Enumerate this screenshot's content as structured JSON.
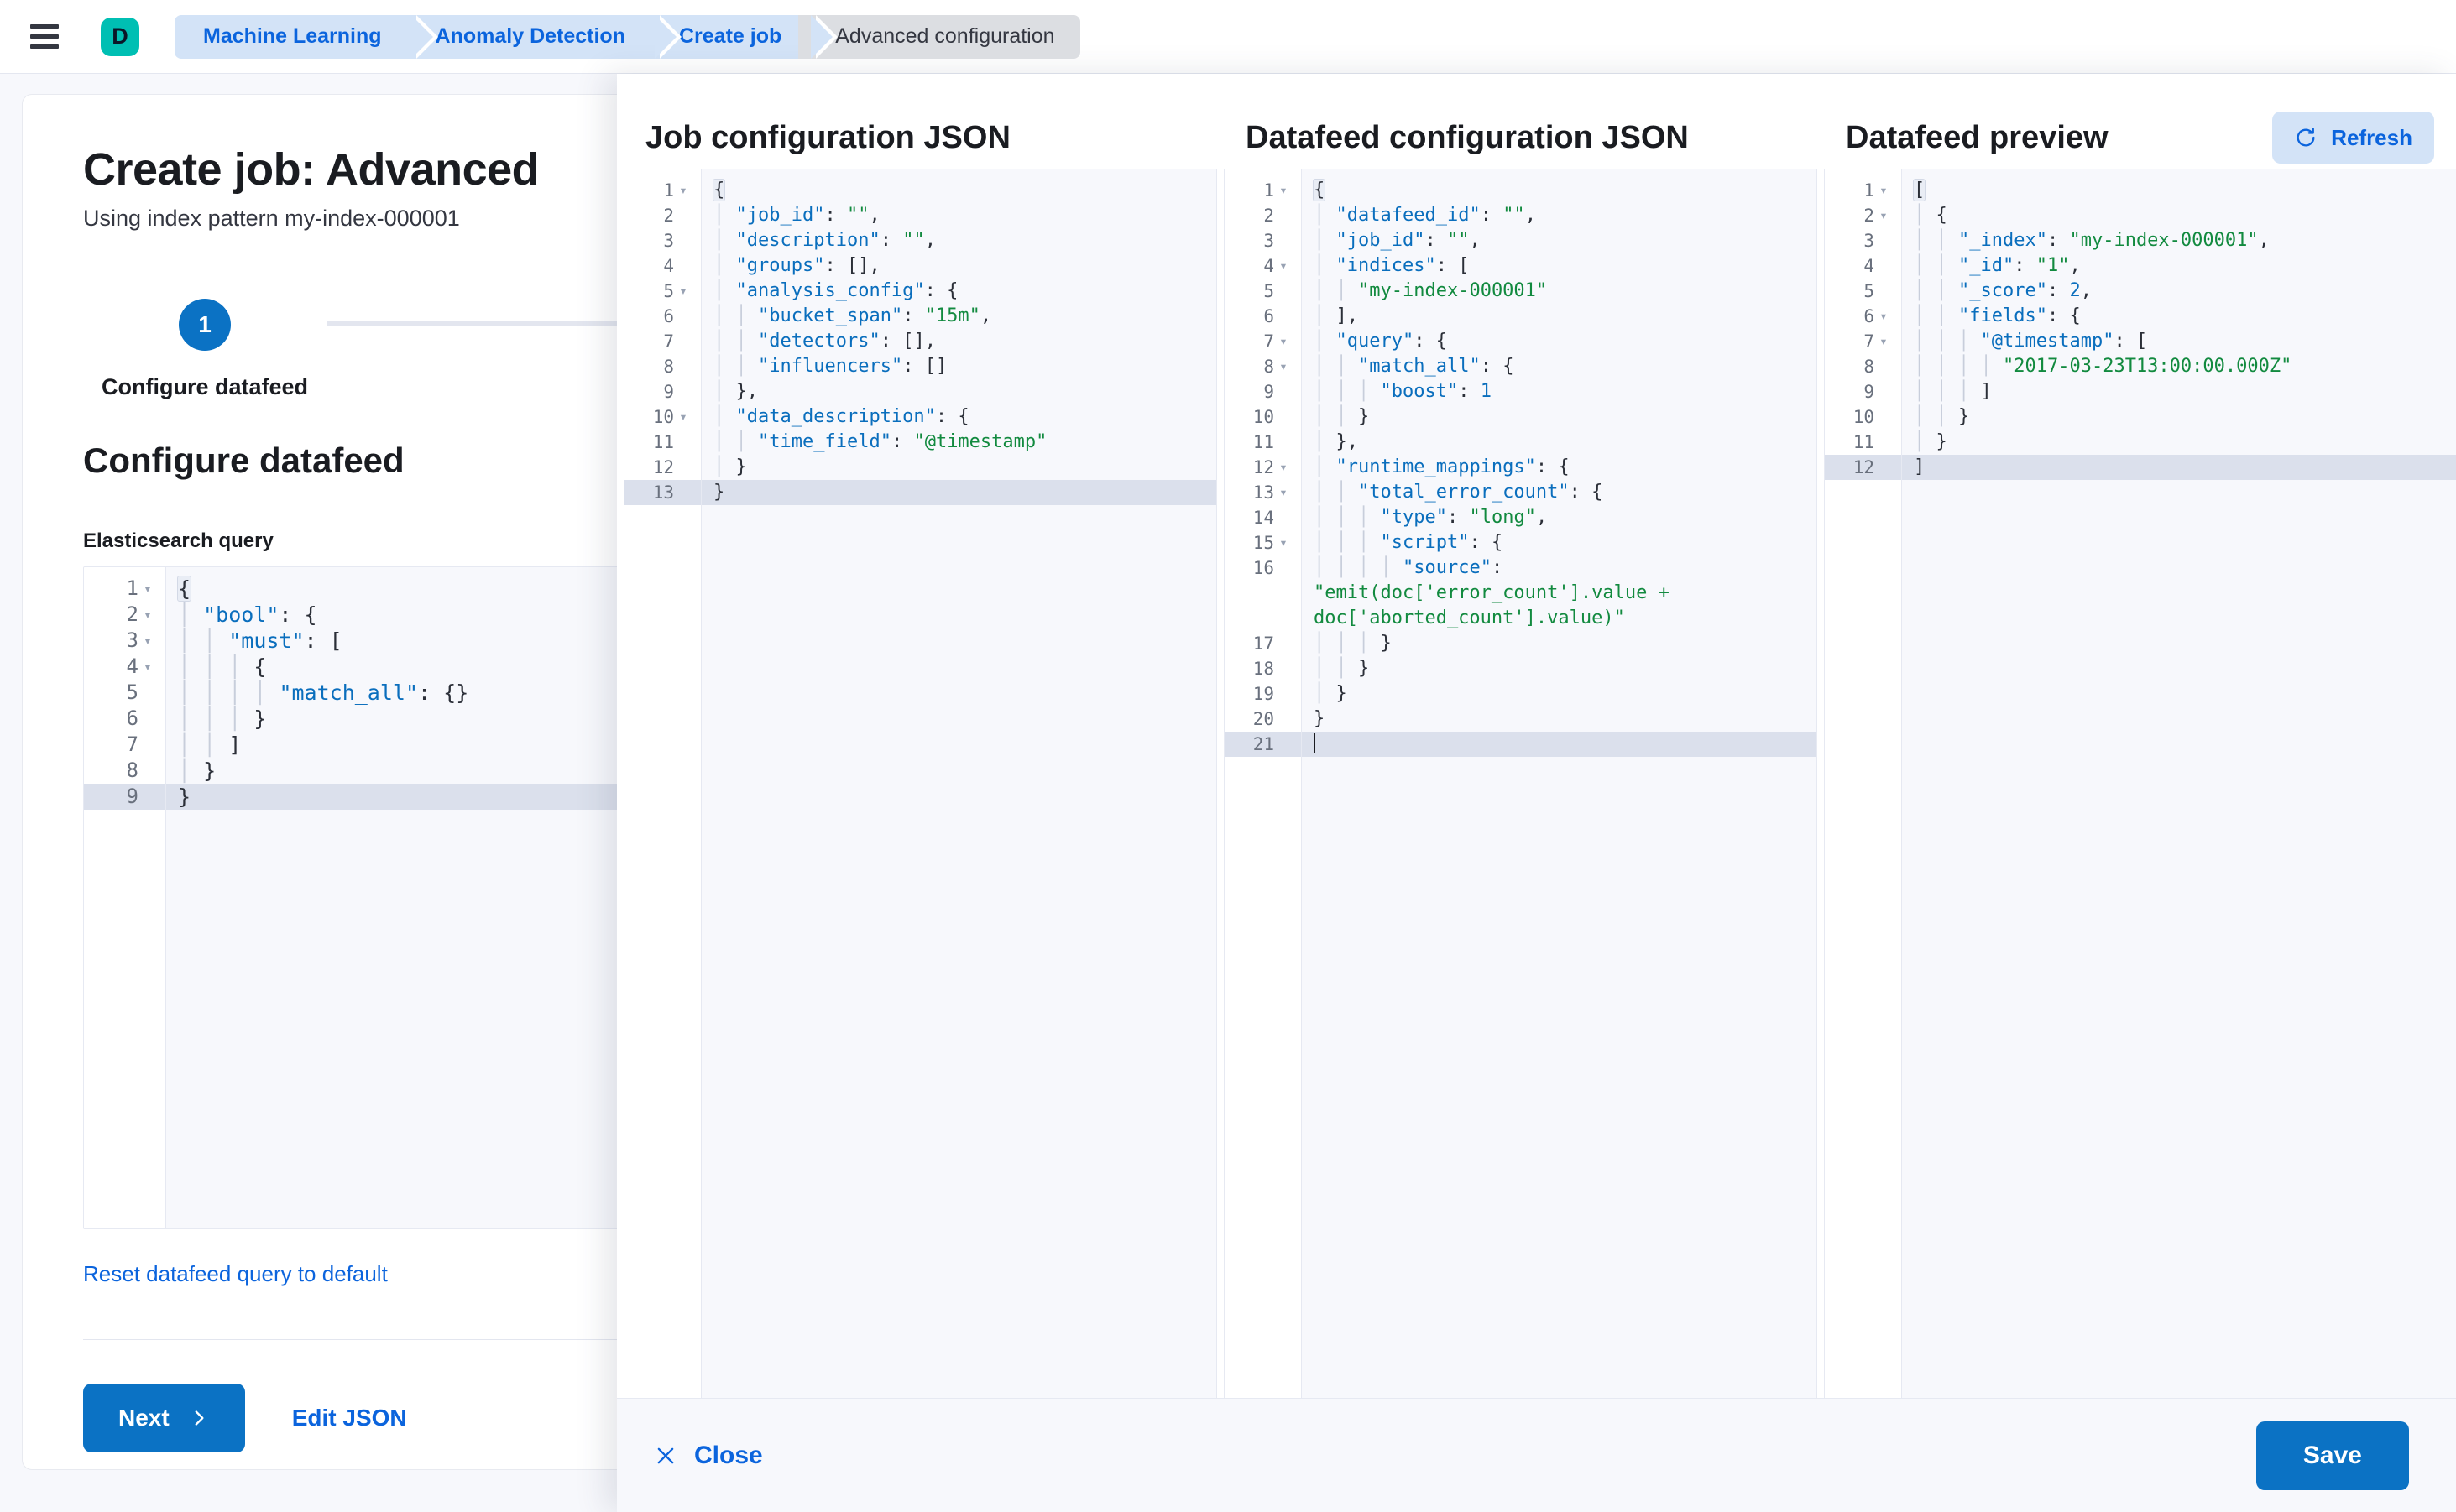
{
  "topnav": {
    "menu_icon": "hamburger-menu-icon",
    "logo_letter": "D",
    "breadcrumbs": [
      {
        "label": "Machine Learning",
        "active": false
      },
      {
        "label": "Anomaly Detection",
        "active": false
      },
      {
        "label": "Create job",
        "active": false
      },
      {
        "label": "Advanced configuration",
        "active": true
      }
    ]
  },
  "page": {
    "title": "Create job: Advanced",
    "subtitle": "Using index pattern my-index-000001",
    "step": {
      "number": "1",
      "label": "Configure datafeed"
    },
    "section_heading": "Configure datafeed",
    "query_field_label": "Elasticsearch query",
    "reset_link": "Reset datafeed query to default",
    "next_button": "Next",
    "next_icon": "chevron-right-icon",
    "edit_json_button": "Edit JSON"
  },
  "query_editor": {
    "lines": [
      {
        "no": "1",
        "fold": true,
        "text": "{"
      },
      {
        "no": "2",
        "fold": true,
        "text": "  \"bool\": {"
      },
      {
        "no": "3",
        "fold": true,
        "text": "    \"must\": ["
      },
      {
        "no": "4",
        "fold": true,
        "text": "      {"
      },
      {
        "no": "5",
        "fold": false,
        "text": "        \"match_all\": {}"
      },
      {
        "no": "6",
        "fold": false,
        "text": "      }"
      },
      {
        "no": "7",
        "fold": false,
        "text": "    ]"
      },
      {
        "no": "8",
        "fold": false,
        "text": "  }"
      },
      {
        "no": "9",
        "fold": false,
        "text": "}",
        "active": true
      }
    ]
  },
  "flyout": {
    "columns": [
      {
        "title": "Job configuration JSON"
      },
      {
        "title": "Datafeed configuration JSON"
      },
      {
        "title": "Datafeed preview"
      }
    ],
    "refresh_button": "Refresh",
    "refresh_icon": "refresh-icon",
    "close_button": "Close",
    "close_icon": "close-x-icon",
    "save_button": "Save"
  },
  "job_config_editor": {
    "lines": [
      {
        "no": "1",
        "fold": true,
        "text": "{"
      },
      {
        "no": "2",
        "fold": false,
        "text": "  \"job_id\": \"\","
      },
      {
        "no": "3",
        "fold": false,
        "text": "  \"description\": \"\","
      },
      {
        "no": "4",
        "fold": false,
        "text": "  \"groups\": [],"
      },
      {
        "no": "5",
        "fold": true,
        "text": "  \"analysis_config\": {"
      },
      {
        "no": "6",
        "fold": false,
        "text": "    \"bucket_span\": \"15m\","
      },
      {
        "no": "7",
        "fold": false,
        "text": "    \"detectors\": [],"
      },
      {
        "no": "8",
        "fold": false,
        "text": "    \"influencers\": []"
      },
      {
        "no": "9",
        "fold": false,
        "text": "  },"
      },
      {
        "no": "10",
        "fold": true,
        "text": "  \"data_description\": {"
      },
      {
        "no": "11",
        "fold": false,
        "text": "    \"time_field\": \"@timestamp\""
      },
      {
        "no": "12",
        "fold": false,
        "text": "  }"
      },
      {
        "no": "13",
        "fold": false,
        "text": "}",
        "active": true
      }
    ]
  },
  "datafeed_config_editor": {
    "lines": [
      {
        "no": "1",
        "fold": true,
        "text": "{"
      },
      {
        "no": "2",
        "fold": false,
        "text": "  \"datafeed_id\": \"\","
      },
      {
        "no": "3",
        "fold": false,
        "text": "  \"job_id\": \"\","
      },
      {
        "no": "4",
        "fold": true,
        "text": "  \"indices\": ["
      },
      {
        "no": "5",
        "fold": false,
        "text": "    \"my-index-000001\""
      },
      {
        "no": "6",
        "fold": false,
        "text": "  ],"
      },
      {
        "no": "7",
        "fold": true,
        "text": "  \"query\": {"
      },
      {
        "no": "8",
        "fold": true,
        "text": "    \"match_all\": {"
      },
      {
        "no": "9",
        "fold": false,
        "text": "      \"boost\": 1"
      },
      {
        "no": "10",
        "fold": false,
        "text": "    }"
      },
      {
        "no": "11",
        "fold": false,
        "text": "  },"
      },
      {
        "no": "12",
        "fold": true,
        "text": "  \"runtime_mappings\": {"
      },
      {
        "no": "13",
        "fold": true,
        "text": "    \"total_error_count\": {"
      },
      {
        "no": "14",
        "fold": false,
        "text": "      \"type\": \"long\","
      },
      {
        "no": "15",
        "fold": true,
        "text": "      \"script\": {"
      },
      {
        "no": "16",
        "fold": false,
        "text": "        \"source\": \"emit(doc['error_count'].value + doc['aborted_count'].value)\"",
        "wrap": true
      },
      {
        "no": "17",
        "fold": false,
        "text": "      }"
      },
      {
        "no": "18",
        "fold": false,
        "text": "    }"
      },
      {
        "no": "19",
        "fold": false,
        "text": "  }"
      },
      {
        "no": "20",
        "fold": false,
        "text": "}"
      },
      {
        "no": "21",
        "fold": false,
        "text": "",
        "active": true,
        "caret": true
      }
    ]
  },
  "datafeed_preview_editor": {
    "lines": [
      {
        "no": "1",
        "fold": true,
        "text": "["
      },
      {
        "no": "2",
        "fold": true,
        "text": "  {"
      },
      {
        "no": "3",
        "fold": false,
        "text": "    \"_index\": \"my-index-000001\","
      },
      {
        "no": "4",
        "fold": false,
        "text": "    \"_id\": \"1\","
      },
      {
        "no": "5",
        "fold": false,
        "text": "    \"_score\": 2,"
      },
      {
        "no": "6",
        "fold": true,
        "text": "    \"fields\": {"
      },
      {
        "no": "7",
        "fold": true,
        "text": "      \"@timestamp\": ["
      },
      {
        "no": "8",
        "fold": false,
        "text": "        \"2017-03-23T13:00:00.000Z\""
      },
      {
        "no": "9",
        "fold": false,
        "text": "      ]"
      },
      {
        "no": "10",
        "fold": false,
        "text": "    }"
      },
      {
        "no": "11",
        "fold": false,
        "text": "  }"
      },
      {
        "no": "12",
        "fold": false,
        "text": "]",
        "active": true
      }
    ]
  },
  "colors": {
    "accent_blue": "#0b72c4",
    "link_blue": "#0b64dd",
    "brand_teal": "#00BFB3",
    "crumb_blue_bg": "#d3e3f7",
    "crumb_active_bg": "#dcdee2",
    "string_green": "#128a3f",
    "key_blue": "#0a6ebd",
    "editor_bg": "#f7f8fc",
    "active_line": "#dbe0ec"
  }
}
